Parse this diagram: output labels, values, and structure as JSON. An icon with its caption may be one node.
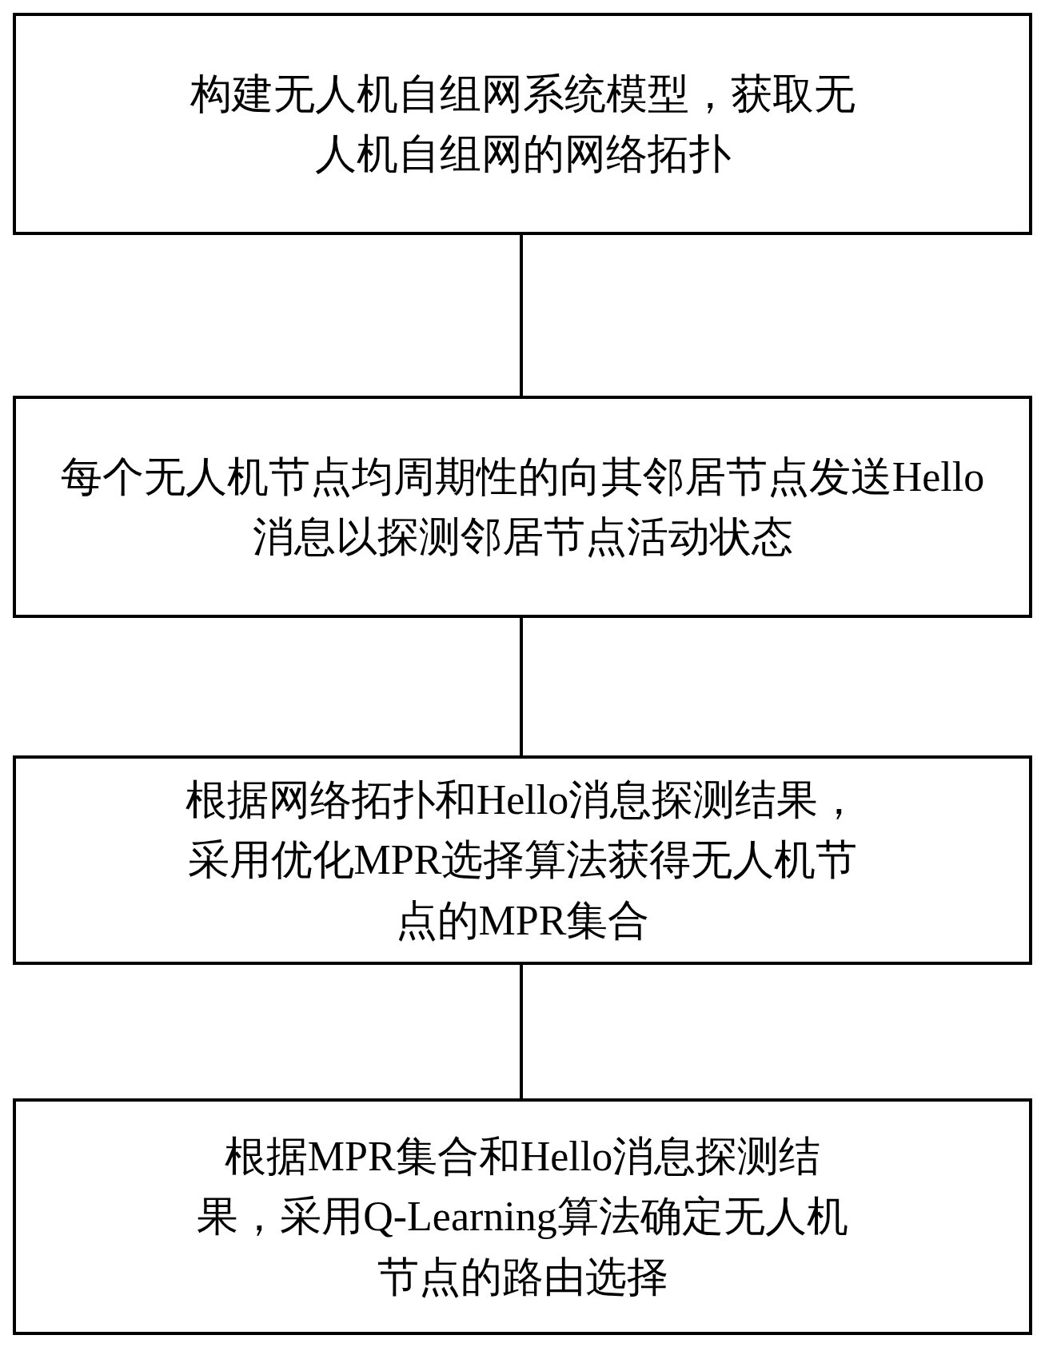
{
  "diagram": {
    "nodes": [
      {
        "text": [
          "构建无人机自组网系统模型，获取无人机自组网的网络拓扑"
        ]
      },
      {
        "text": [
          "每个无人机节点均周期性的向其邻居节点发送Hello消息以探测邻居节点活动状态"
        ]
      },
      {
        "text": [
          "根据网络拓扑和Hello消息探测结果，采用优化MPR选择算法获得无人机节点的MPR集合"
        ]
      },
      {
        "text": [
          "根据MPR集合和Hello消息探测结果，采用Q-Learning算法确定无人机节点的路由选择"
        ]
      }
    ],
    "edges": [
      {
        "from": 0,
        "to": 1,
        "arrow": "none"
      },
      {
        "from": 1,
        "to": 2,
        "arrow": "none"
      },
      {
        "from": 2,
        "to": 3,
        "arrow": "none"
      }
    ]
  }
}
